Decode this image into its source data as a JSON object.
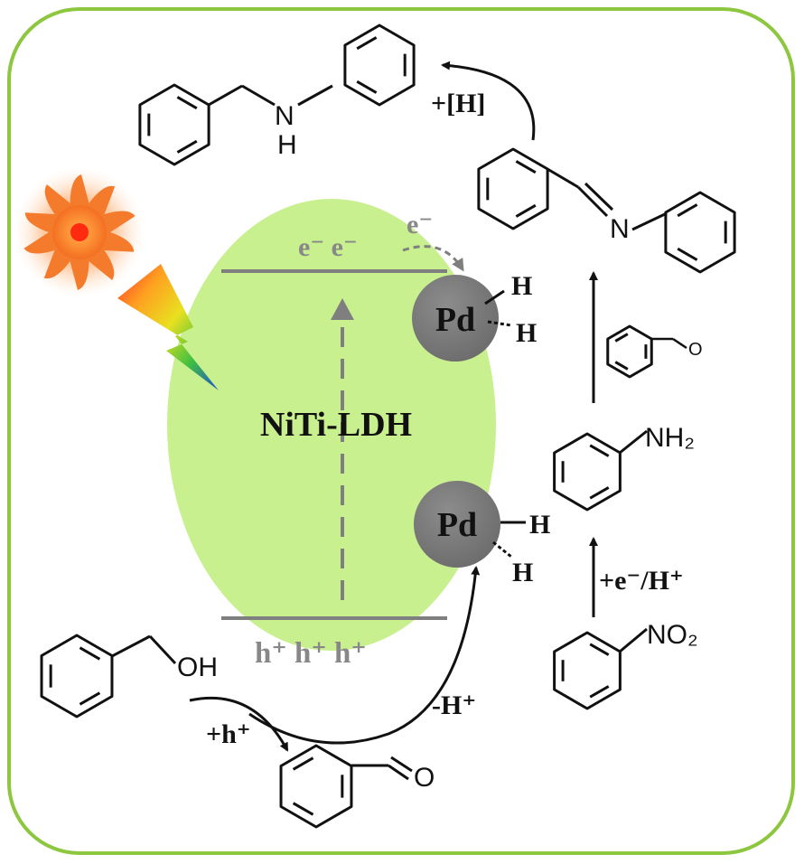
{
  "catalyst": {
    "name": "NiTi-LDH"
  },
  "band": {
    "cb_electrons": "e⁻ e⁻",
    "transfer_electron": "e⁻",
    "vb_holes": "h⁺ h⁺ h⁺"
  },
  "sites": [
    {
      "metal": "Pd",
      "h1": "H",
      "h2": "H"
    },
    {
      "metal": "Pd",
      "h1": "H",
      "h2": "H"
    }
  ],
  "molecules": {
    "benzyl_alcohol_group": "OH",
    "benzaldehyde_o": "O",
    "nitro_group": "NO₂",
    "amine_group": "NH₂",
    "imine_n": "N",
    "product_nh": "N",
    "product_h": "H",
    "aldehyde_small_o": "O"
  },
  "steps": {
    "oxidation": "+h⁺",
    "deprotonation": "-H⁺",
    "reduction": "+e⁻/H⁺",
    "hydrogenation": "+[H]"
  },
  "colors": {
    "frame": "#8dc63f",
    "ellipse": "#c9f08f",
    "band_line": "#7f7f7f",
    "pd_sphere": "#7a7a7a",
    "ink": "#111111",
    "gray_text": "#888888"
  },
  "icons": [
    "sun-icon",
    "lightning-bolt-icon"
  ]
}
